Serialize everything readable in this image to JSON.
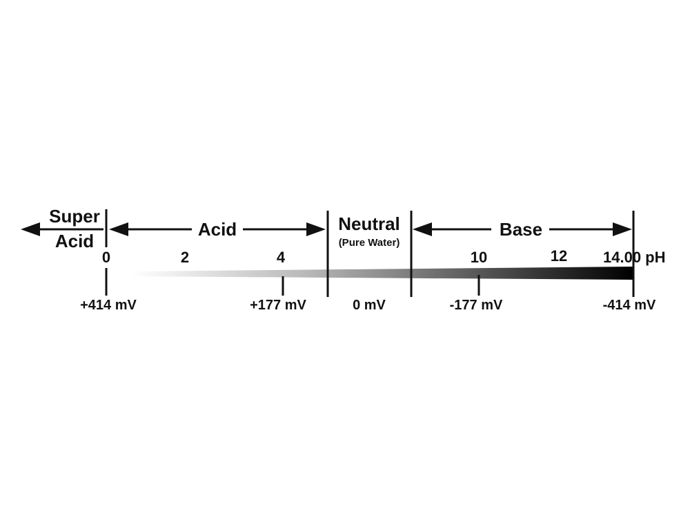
{
  "colors": {
    "ink": "#111111",
    "bar_light": "#ffffff",
    "bar_dark": "#000000",
    "background": "#ffffff"
  },
  "regions": {
    "super_acid": {
      "line1": "Super",
      "line2": "Acid"
    },
    "acid": "Acid",
    "neutral": {
      "title": "Neutral",
      "subtitle": "(Pure Water)"
    },
    "base": "Base"
  },
  "scale": {
    "ph_min": 0,
    "ph_max": 14,
    "ph_ticks": [
      {
        "value": 0,
        "label": "0"
      },
      {
        "value": 2,
        "label": "2"
      },
      {
        "value": 4,
        "label": "4"
      },
      {
        "value": 10,
        "label": "10"
      },
      {
        "value": 12,
        "label": "12"
      },
      {
        "value": 14,
        "label": "14.00 pH"
      }
    ],
    "mv_ticks": [
      {
        "ph": 0,
        "label": "+414 mV"
      },
      {
        "ph": 4,
        "label": "+177 mV"
      },
      {
        "ph": 7,
        "label": "0 mV"
      },
      {
        "ph": 10,
        "label": "-177 mV"
      },
      {
        "ph": 14,
        "label": "-414 mV"
      }
    ],
    "gradient_bar": {
      "from": "light",
      "to": "dark"
    }
  }
}
